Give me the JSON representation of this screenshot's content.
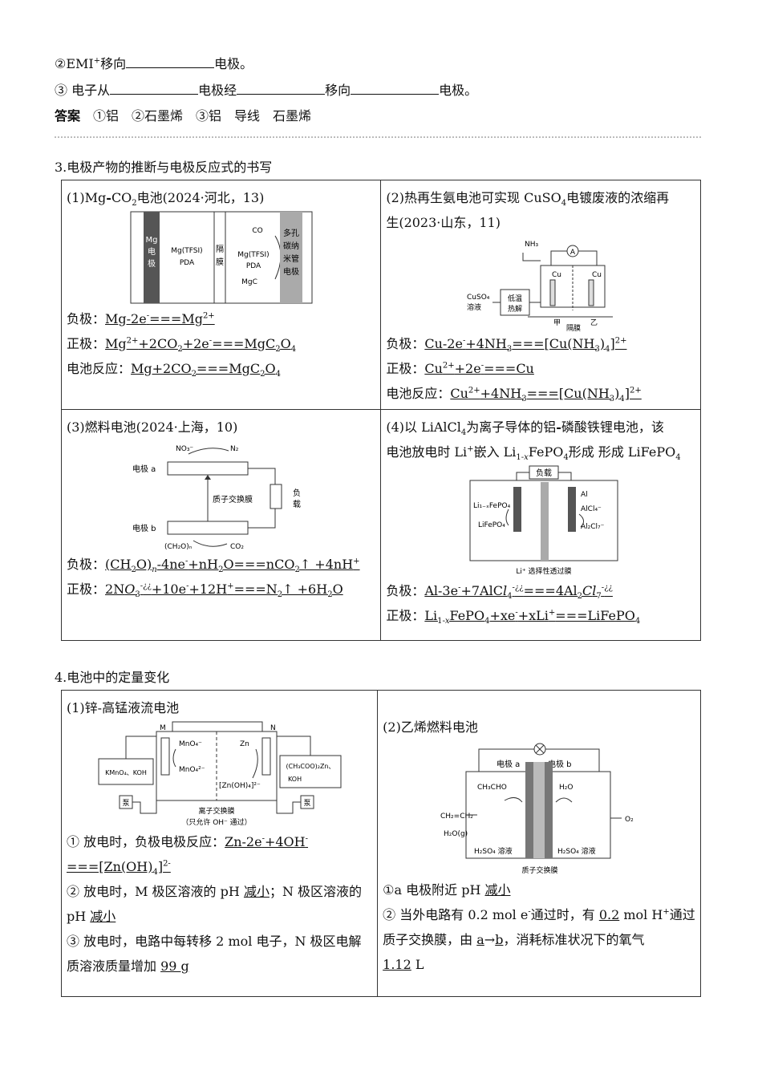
{
  "intro": {
    "q2": {
      "pre": "②EMI",
      "sup": "+",
      "mid": "移向",
      "post": "电极。"
    },
    "q3": {
      "p1": "③ 电子从",
      "p2": "电极经",
      "p3": "移向",
      "p4": "电极。"
    },
    "answer": {
      "label": "答案",
      "text": "①铝　②石墨烯　③铝　导线　石墨烯"
    }
  },
  "section3": {
    "title": "3.电极产物的推断与电极反应式的书写",
    "c1": {
      "title_pre": "(1)Mg",
      "title_dash": "-",
      "title_post": "CO",
      "title_sub": "2",
      "title_tail": "电池(2024·河北，13)",
      "fig": {
        "electrode": "Mg电极",
        "left_solution": "Mg(TFSI)",
        "left_sub": "2",
        "left_pda": "PDA",
        "membrane": "隔膜",
        "right_co2": "CO",
        "right_solution": "Mg(TFSI)",
        "right_pda": "PDA",
        "right_product": "MgC",
        "porous_line1": "多孔",
        "porous_line2": "碳纳",
        "porous_line3": "米管",
        "porous_line4": "电极"
      },
      "neg_label": "负极：",
      "neg": "Mg-2e",
      "neg2": "===Mg",
      "pos_label": "正极：",
      "pos": "Mg",
      "pos2": "+2CO",
      "pos3": "+2e",
      "pos4": "===MgC",
      "pos5": "O",
      "rxn_label": "电池反应：",
      "rxn": "Mg+2CO",
      "rxn2": "===MgC",
      "rxn3": "O"
    },
    "c2": {
      "title_line1": "(2)热再生氨电池可实现 CuSO",
      "title_sub": "4",
      "title_line1b": "电镀废液的浓缩再",
      "title_line2": "生(2023·山东，11)",
      "fig": {
        "nh3": "NH",
        "a": "A",
        "cu": "Cu",
        "cuso4": "CuSO",
        "solution": "溶液",
        "heat1": "低温",
        "heat2": "热解",
        "jia": "甲",
        "yi": "乙",
        "membrane": "隔膜"
      },
      "neg_label": "负极：",
      "neg": "Cu-2e",
      "neg2": "+4NH",
      "neg3": "===[Cu(NH",
      "neg4": ")",
      "neg5": "]",
      "pos_label": "正极：",
      "pos": "Cu",
      "pos2": "+2e",
      "pos3": "===Cu",
      "rxn_label": "电池反应：",
      "rxn": "Cu",
      "rxn2": "+4NH",
      "rxn3": "===[Cu(NH",
      "rxn4": ")",
      "rxn5": "]"
    },
    "c3": {
      "title": "(3)燃料电池(2024·上海，10)",
      "fig": {
        "no3": "NO",
        "n2": "N",
        "ea": "电极 a",
        "eb": "电极 b",
        "membrane": "质子交换膜",
        "load1": "负",
        "load2": "载",
        "ch2o": "(CH",
        "ch2o_b": "O)",
        "co2": "CO"
      },
      "neg_label": "负极：",
      "neg": "(CH",
      "neg2": "O)",
      "neg3": "-4ne",
      "neg4": "+nH",
      "neg5": "O===nCO",
      "neg6": "↑ +4nH",
      "pos_label": "正极：",
      "pos": "2N",
      "pos2": "O",
      "pos3": "+10e",
      "pos4": "+12H",
      "pos5": "===N",
      "pos6": "↑ +6H",
      "pos7": "O",
      "garbled": "¿¿"
    },
    "c4": {
      "title_line1": "(4)以 LiAlCl",
      "title_sub": "4",
      "title_line1b": "为离子导体的铝",
      "title_dash": "-",
      "title_line1c": "磷酸铁锂电池，该",
      "title_line2a": "电池放电时 Li",
      "title_line2b": "嵌入 Li",
      "title_line2c": "FePO",
      "title_line2d": "形成 LiFePO",
      "fig": {
        "load": "负载",
        "li1x": "Li",
        "fepo4": "FePO",
        "lifepo4": "LiFePO",
        "al": "Al",
        "alcl4": "AlCl",
        "al2cl7": "Al",
        "cl7": "Cl",
        "caption": "Li⁺ 选择性透过膜"
      },
      "neg_label": "负极：",
      "neg": "Al-3e",
      "neg2": "+7AlC",
      "neg3": "===4Al",
      "neg4": "C",
      "pos_label": "正极：",
      "pos": "Li",
      "pos2": "FePO",
      "pos3": "+xe",
      "pos4": "+xLi",
      "pos5": "===LiFePO",
      "garbled": "¿¿"
    }
  },
  "section4": {
    "title": "4.电池中的定量变化",
    "c1": {
      "title": "(1)锌-高锰液流电池",
      "fig": {
        "m": "M",
        "n": "N",
        "mno4": "MnO",
        "mno4b": "MnO",
        "zn": "Zn",
        "znoh": "[Zn(OH)",
        "kmno4": "KMnO",
        "koh": "KOH",
        "ch3coo": "(CH",
        "koh2": "KOH",
        "pump": "泵",
        "membrane": "离子交换膜",
        "membrane_note": "（只允许 OH⁻ 通过）"
      },
      "q1_pre": "① 放电时，负极电极反应：",
      "q1_a": "Zn-2e",
      "q1_b": "+4OH",
      "q1_c": "===[Zn(OH)",
      "q1_d": "]",
      "q2_pre": "② 放电时，M 极区溶液的 pH ",
      "q2_a": "减小",
      "q2_mid": "；N 极区溶液的",
      "q2_b": "pH ",
      "q2_c": "减小",
      "q3_pre": "③ 放电时，电路中每转移 2 mol 电子，N 极区电解",
      "q3_mid": "质溶液质量增加 ",
      "q3_val": "99 g"
    },
    "c2": {
      "title": "(2)乙烯燃料电池",
      "fig": {
        "ea": "电极 a",
        "eb": "电极 b",
        "ch3cho": "CH",
        "h2o": "H",
        "ch2ch2": "CH",
        "h2og": "H",
        "o2": "O",
        "h2so4": "H",
        "caption": "质子交换膜"
      },
      "q1_pre": "①a 电极附近 pH ",
      "q1_val": "减小",
      "q2_pre": "② 当外电路有 0.2 mol e",
      "q2_mid": "通过时，有 ",
      "q2_val": "0.2",
      "q2_post": " mol H",
      "q2_post2": "通过",
      "q2_line2": "质子交换膜，由 ",
      "q2_a": "a",
      "q2_arrow": "→",
      "q2_b": "b",
      "q2_tail": "，消耗标准状况下的氧气",
      "q2_vol": "1.12",
      "q2_unit": " L"
    }
  }
}
